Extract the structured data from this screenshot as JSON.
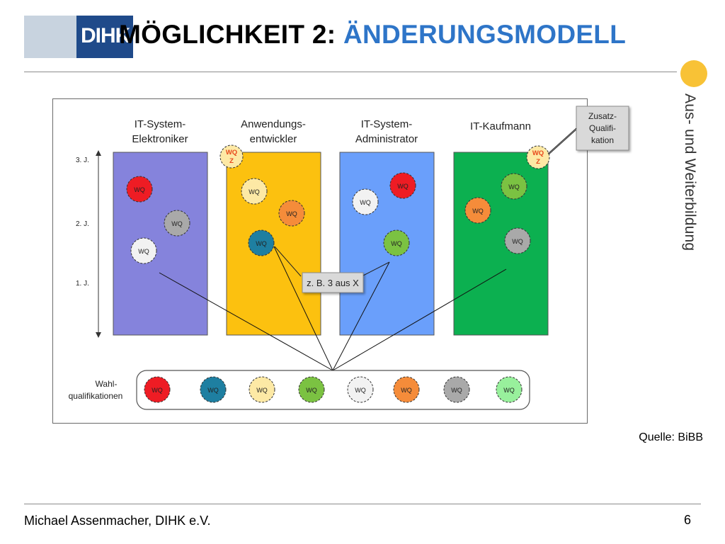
{
  "logo": {
    "text": "DIHK"
  },
  "title": {
    "part1": "MÖGLICHKEIT 2: ",
    "part2": "ÄNDERUNGSMODELL"
  },
  "sidebar": {
    "text": "Aus- und Weiterbildung"
  },
  "source": "Quelle: BiBB",
  "footer": {
    "author": "Michael Assenmacher, DIHK e.V.",
    "page": "6"
  },
  "colors": {
    "red": "#ee1c24",
    "teal": "#1e7fa1",
    "cream": "#fde9a5",
    "green": "#7bc242",
    "white": "#f2f2f2",
    "orange": "#f58c3a",
    "grey": "#a9a9a9",
    "lightgreen": "#98f09c",
    "col1": "#8583dc",
    "col2": "#fcc10f",
    "col3": "#6a9ffb",
    "col4": "#0cb050"
  },
  "diagram": {
    "years": [
      "3. J.",
      "2. J.",
      "1. J."
    ],
    "columns": [
      {
        "line1": "IT-System-",
        "line2": "Elektroniker",
        "color": "col1"
      },
      {
        "line1": "Anwendungs-",
        "line2": "entwickler",
        "color": "col2"
      },
      {
        "line1": "IT-System-",
        "line2": "Administrator",
        "color": "col3"
      },
      {
        "line1": "IT-Kaufmann",
        "line2": "",
        "color": "col4"
      }
    ],
    "wq_label": "WQ",
    "wqz": {
      "line1": "WQ",
      "line2": "Z"
    },
    "callout_zusatz": [
      "Zusatz-",
      "Qualifi-",
      "kation"
    ],
    "callout_example": "z. B. 3 aus X",
    "wahl_label": [
      "Wahl-",
      "qualifikationen"
    ],
    "circles": [
      {
        "color": "red"
      },
      {
        "color": "grey"
      },
      {
        "color": "white"
      },
      {
        "color": "cream"
      },
      {
        "color": "orange"
      },
      {
        "color": "teal"
      },
      {
        "color": "red"
      },
      {
        "color": "white"
      },
      {
        "color": "green"
      },
      {
        "color": "green"
      },
      {
        "color": "orange"
      },
      {
        "color": "grey"
      }
    ],
    "pool": [
      "red",
      "teal",
      "cream",
      "green",
      "white",
      "orange",
      "grey",
      "lightgreen"
    ]
  }
}
